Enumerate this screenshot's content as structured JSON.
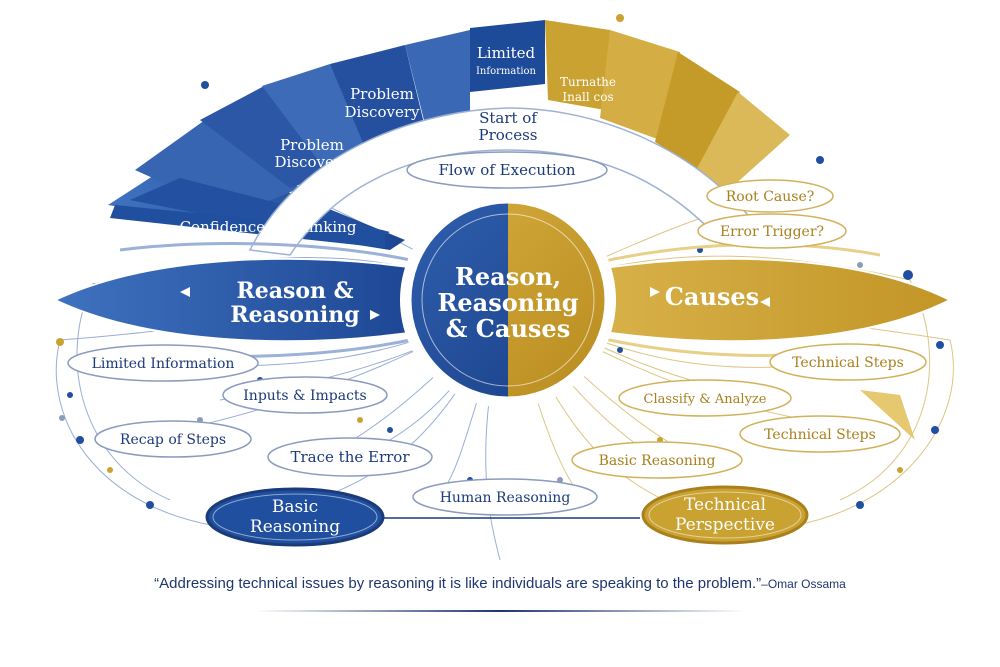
{
  "colors": {
    "blue": "#1f4f9e",
    "navy": "#1a3a78",
    "gold": "#c9a232",
    "dark_gold": "#a9801c"
  },
  "center": {
    "line1": "Reason,",
    "line2": "Reasoning",
    "line3": "& Causes"
  },
  "left_wing": {
    "line1": "Reason &",
    "line2": "Reasoning"
  },
  "right_wing": {
    "label": "Causes"
  },
  "top_arc": {
    "confidence": "Confidence in Thinking",
    "problem_discovery_1": {
      "line1": "Problem",
      "line2": "Discovery"
    },
    "problem_discovery_2": {
      "line1": "Problem",
      "line2": "Discovery"
    },
    "limited_information": {
      "line1": "Limited",
      "line2": "Information"
    },
    "right_garbled": {
      "line1": "Turnathe",
      "line2": "Inall cos"
    },
    "start_of_process": {
      "line1": "Start of",
      "line2": "Process"
    }
  },
  "bubbles": {
    "flow_of_execution": "Flow of Execution",
    "root_cause": "Root Cause?",
    "error_trigger": "Error Trigger?",
    "limited_information": "Limited Information",
    "inputs_impacts": "Inputs & Impacts",
    "recap_of_steps": "Recap of Steps",
    "trace_the_error": "Trace the Error",
    "human_reasoning": "Human Reasoning",
    "technical_steps_1": "Technical Steps",
    "classify_analyze": "Classify & Analyze",
    "technical_steps_2": "Technical Steps",
    "basic_reasoning_right": "Basic Reasoning"
  },
  "badges": {
    "basic_reasoning": {
      "line1": "Basic",
      "line2": "Reasoning"
    },
    "technical_perspective": {
      "line1": "Technical",
      "line2": "Perspective"
    }
  },
  "quote": {
    "text": "“Addressing technical issues by reasoning it is like individuals are speaking to the problem.”",
    "author": "–Omar Ossama"
  }
}
